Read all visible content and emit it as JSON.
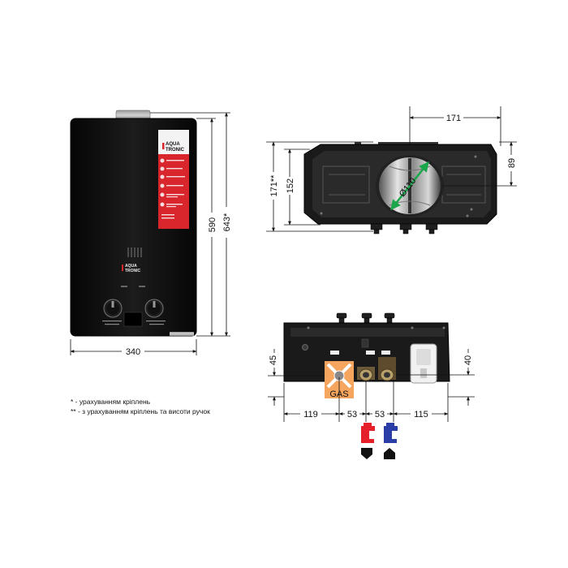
{
  "front_view": {
    "brand_line1": "AQUA",
    "brand_line2": "TRONIC",
    "panel_brand_line1": "AQUA",
    "panel_brand_line2": "TRONIC",
    "dim_width": "340",
    "dim_height": "590",
    "dim_height_total": "643*"
  },
  "top_view": {
    "dim_offset": "171",
    "dim_side": "89",
    "dim_depth": "152",
    "dim_depth_total": "171**",
    "dim_diameter": "Ø110"
  },
  "bottom_view": {
    "dim_left": "119",
    "dim_gas_to_cold": "53",
    "dim_cold_to_hot": "53",
    "dim_right": "115",
    "dim_gas_height": "45",
    "dim_water_height": "40",
    "gas_label": "GAS"
  },
  "notes": {
    "note1": "* - урахуванням кріплень",
    "note2": "** - з урахуванням кріплень та висоти ручок"
  },
  "colors": {
    "hot": "#e5202a",
    "cold": "#2b3ea8",
    "body": "#111111",
    "dim_line": "#111111",
    "diameter_arrow": "#1aa64b",
    "gas_fill": "#f6a55e"
  },
  "icons": {
    "hot_tap": "faucet-hot-icon",
    "cold_tap": "faucet-cold-icon",
    "out_arrow": "arrow-down-icon",
    "in_arrow": "arrow-up-icon"
  }
}
